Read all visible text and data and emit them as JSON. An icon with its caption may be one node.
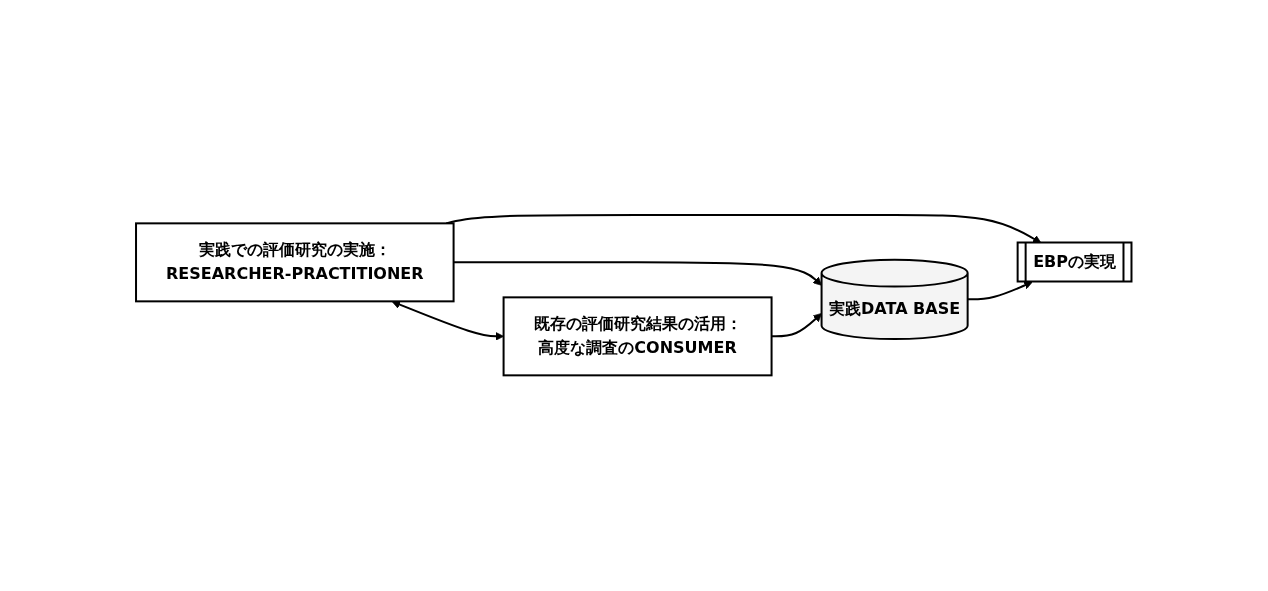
{
  "diagram": {
    "nodes": [
      {
        "text": [
          "実践での評価研究の実施：",
          "RESEARCHER-PRACTITIONER"
        ]
      },
      {
        "text": [
          "EBPの実現"
        ]
      },
      {
        "text": [
          "既存の評価研究結果の活用：",
          "高度な調査のCONSUMER"
        ]
      },
      {
        "text": [
          "実践DATA BASE"
        ]
      }
    ],
    "edges": [
      {
        "from": 0,
        "to": 1,
        "arrow": "to"
      },
      {
        "from": 0,
        "to": 2,
        "arrow": "both"
      },
      {
        "from": 0,
        "to": 3,
        "arrow": "to"
      },
      {
        "from": 2,
        "to": 3,
        "arrow": "to"
      },
      {
        "from": 3,
        "to": 1,
        "arrow": "to"
      }
    ]
  }
}
